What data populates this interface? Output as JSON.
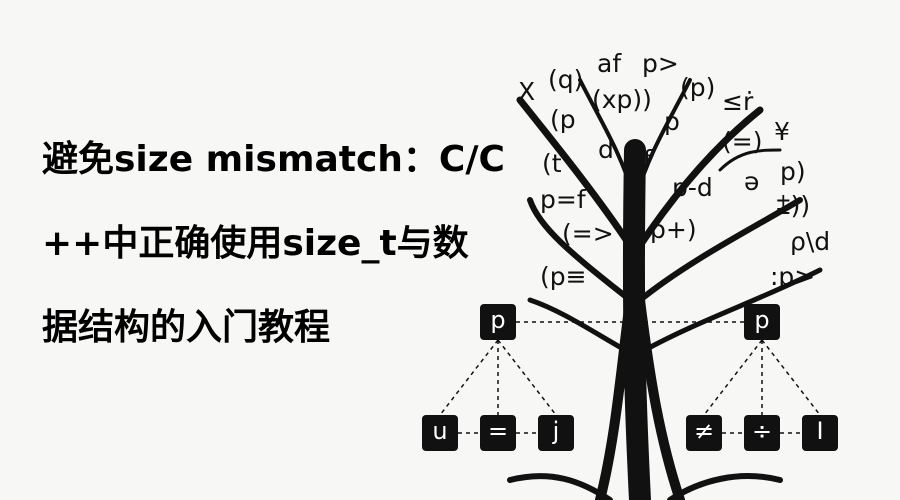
{
  "title": {
    "lines": [
      "避免size mismatch：C/C",
      "++中正确使用size_t与数",
      "据结构的入门教程"
    ]
  },
  "illustration": {
    "canopy_symbols": [
      "(q)",
      "af",
      "p>",
      "(p)",
      "X",
      "(xp))",
      "(p",
      "p",
      "≤ṙ",
      "(=)",
      "¥",
      "d",
      "f",
      "(t",
      "p=f",
      "p-d",
      "ə",
      "p)",
      "⩲))",
      "(=>",
      "p+)",
      "ρ\\d",
      "(p≡",
      ":p>"
    ],
    "roots": [
      {
        "label": "p",
        "children": [
          "u",
          "=",
          "j"
        ]
      },
      {
        "label": "p",
        "children": [
          "≠",
          "÷",
          "I"
        ]
      }
    ]
  },
  "colors": {
    "background": "#f7f7f5",
    "ink": "#111111",
    "node_text": "#ffffff"
  }
}
